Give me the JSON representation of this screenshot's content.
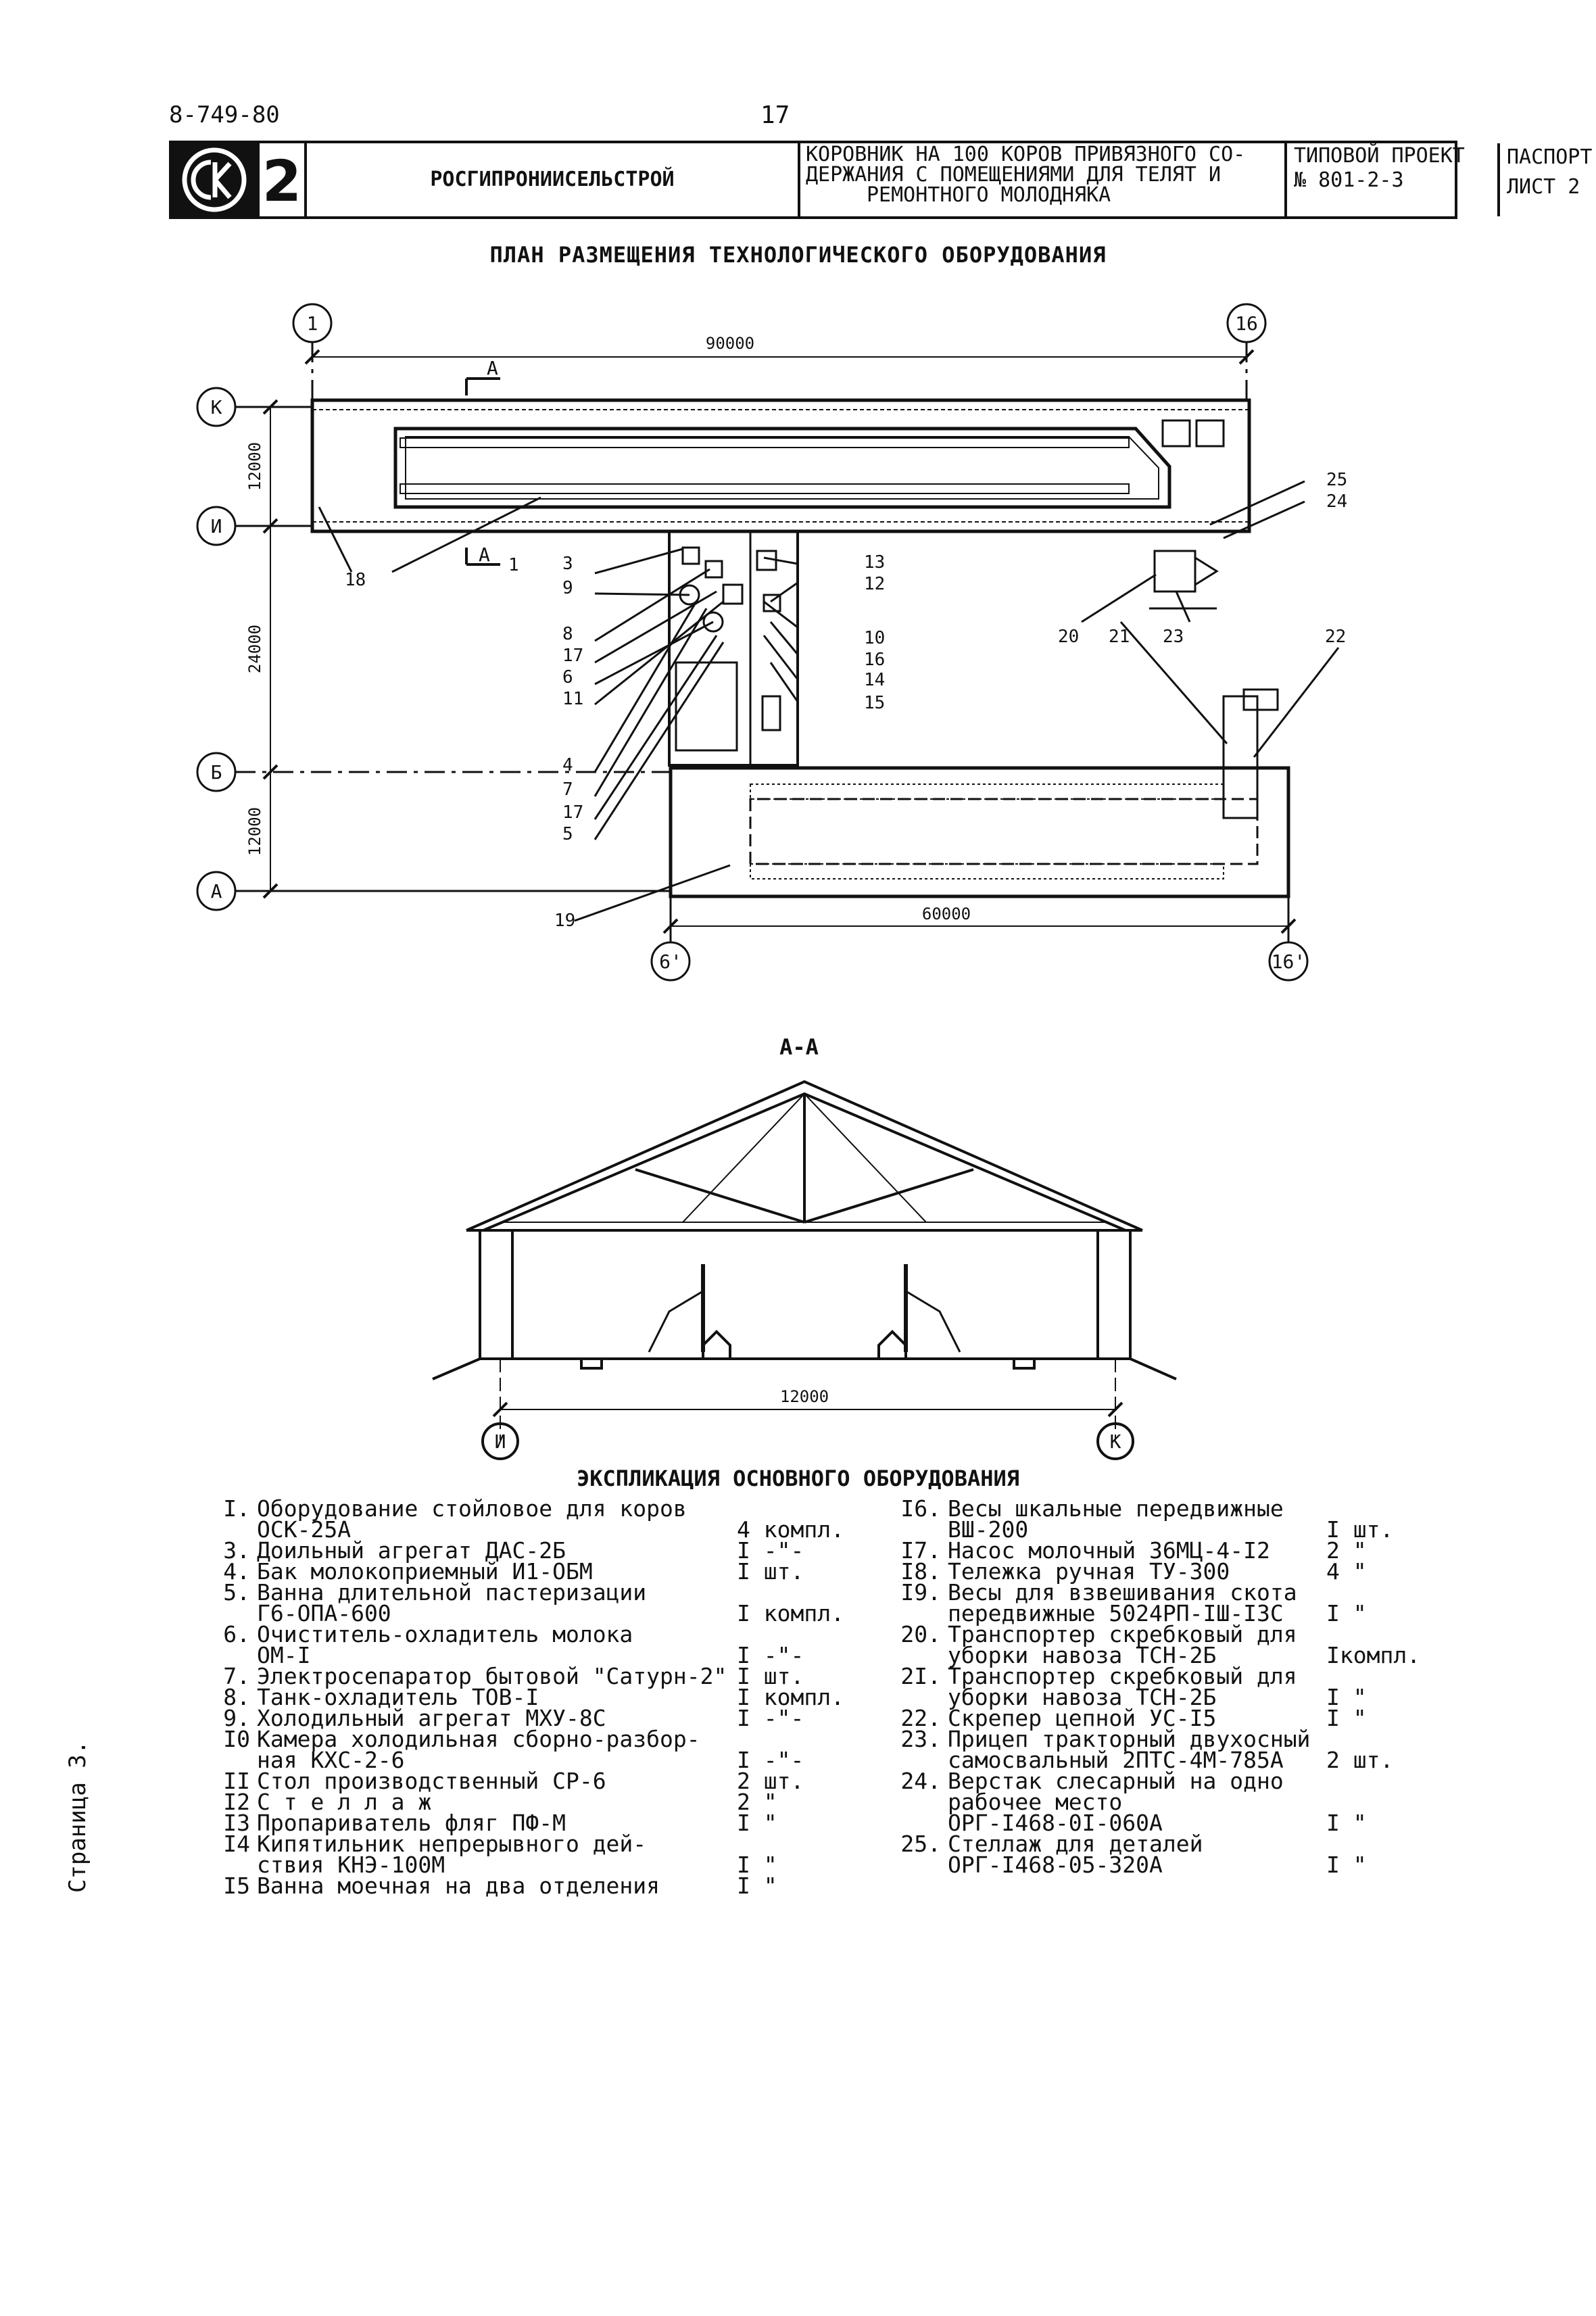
{
  "header": {
    "doc_code": "8-749-80",
    "page_number": "17",
    "logo_letters": "СК",
    "logo_number": "2",
    "organization": "РОСГИПРОНИИСЕЛЬСТРОЙ",
    "title_lines": [
      "КОРОВНИК НА 100 КОРОВ ПРИВЯЗНОГО СО-",
      "ДЕРЖАНИЯ С ПОМЕЩЕНИЯМИ ДЛЯ ТЕЛЯТ И",
      "РЕМОНТНОГО МОЛОДНЯКА"
    ],
    "project_lines": [
      "ТИПОВОЙ ПРОЕКТ",
      "№ 801-2-3"
    ],
    "passport_lines": [
      "ПАСПОРТ",
      "ЛИСТ  2"
    ]
  },
  "plan": {
    "title": "ПЛАН РАЗМЕЩЕНИЯ ТЕХНОЛОГИЧЕСКОГО ОБОРУДОВАНИЯ",
    "axes": {
      "a1": "1",
      "a16": "16",
      "aK": "К",
      "aI": "И",
      "aB": "Б",
      "aA": "А",
      "a6p": "6'",
      "a16p": "16'"
    },
    "dims": {
      "total_len": "90000",
      "wing_len": "60000",
      "d1": "12000",
      "d2": "24000",
      "d3": "12000"
    },
    "section_mark": "А",
    "callouts": {
      "c1": "1",
      "c3": "3",
      "c4": "4",
      "c5": "5",
      "c6": "6",
      "c7": "7",
      "c8": "8",
      "c9": "9",
      "c10": "10",
      "c11": "11",
      "c12": "12",
      "c13": "13",
      "c14": "14",
      "c15": "15",
      "c16": "16",
      "c17a": "17",
      "c17b": "17",
      "c18": "18",
      "c19": "19",
      "c20": "20",
      "c21": "21",
      "c22": "22",
      "c23": "23",
      "c24": "24",
      "c25": "25"
    }
  },
  "section": {
    "title": "А-А",
    "span": "12000",
    "axis_left": "И",
    "axis_right": "К"
  },
  "legend": {
    "title": "ЭКСПЛИКАЦИЯ ОСНОВНОГО ОБОРУДОВАНИЯ",
    "left": [
      {
        "n": "I.",
        "text": [
          "Оборудование стойловое для коров",
          "ОСК-25А"
        ],
        "qty": "4 компл."
      },
      {
        "n": "3.",
        "text": [
          "Доильный агрегат ДАС-2Б"
        ],
        "qty": "I  -\"-"
      },
      {
        "n": "4.",
        "text": [
          "Бак молокоприемный И1-ОБМ"
        ],
        "qty": "I  шт."
      },
      {
        "n": "5.",
        "text": [
          "Ванна длительной пастеризации",
          "Г6-ОПА-600"
        ],
        "qty": "I компл."
      },
      {
        "n": "6.",
        "text": [
          "Очиститель-охладитель молока",
          "ОМ-I"
        ],
        "qty": "I  -\"-"
      },
      {
        "n": "7.",
        "text": [
          "Электросепаратор бытовой \"Сатурн-2\""
        ],
        "qty": "I шт."
      },
      {
        "n": "8.",
        "text": [
          "Танк-охладитель ТОВ-I"
        ],
        "qty": "I компл."
      },
      {
        "n": "9.",
        "text": [
          "Холодильный агрегат МХУ-8С"
        ],
        "qty": "I  -\"-"
      },
      {
        "n": "I0",
        "text": [
          "Камера холодильная сборно-разбор-",
          "ная КХС-2-6"
        ],
        "qty": "I  -\"-"
      },
      {
        "n": "II",
        "text": [
          "Стол производственный СР-6"
        ],
        "qty": "2 шт."
      },
      {
        "n": "I2",
        "text": [
          "С т е л л а ж"
        ],
        "qty": "2  \""
      },
      {
        "n": "I3",
        "text": [
          "Пропариватель фляг ПФ-М"
        ],
        "qty": "I  \""
      },
      {
        "n": "I4",
        "text": [
          "Кипятильник непрерывного дей-",
          "ствия КНЭ-100М"
        ],
        "qty": "I  \""
      },
      {
        "n": "I5",
        "text": [
          "Ванна моечная на два отделения"
        ],
        "qty": "I  \""
      }
    ],
    "right": [
      {
        "n": "I6.",
        "text": [
          "Весы шкальные передвижные",
          "ВШ-200"
        ],
        "qty": "I шт."
      },
      {
        "n": "I7.",
        "text": [
          "Насос молочный 36МЦ-4-I2"
        ],
        "qty": "2  \""
      },
      {
        "n": "I8.",
        "text": [
          "Тележка ручная ТУ-300"
        ],
        "qty": "4  \""
      },
      {
        "n": "I9.",
        "text": [
          "Весы для взвешивания скота",
          "передвижные 5024РП-IШ-I3С"
        ],
        "qty": "I  \""
      },
      {
        "n": "20.",
        "text": [
          "Транспортер скребковый для",
          "уборки навоза ТСН-2Б"
        ],
        "qty": "Iкомпл."
      },
      {
        "n": "2I.",
        "text": [
          "Транспортер скребковый для",
          "уборки навоза ТСН-2Б"
        ],
        "qty": "I  \""
      },
      {
        "n": "22.",
        "text": [
          "Скрепер цепной УС-I5"
        ],
        "qty": "I  \""
      },
      {
        "n": "23.",
        "text": [
          "Прицеп тракторный двухосный",
          "самосвальный 2ПТС-4М-785А"
        ],
        "qty": "2 шт."
      },
      {
        "n": "24.",
        "text": [
          "Верстак слесарный на одно",
          "рабочее место",
          "ОРГ-I468-0I-060А"
        ],
        "qty": "I  \""
      },
      {
        "n": "25.",
        "text": [
          "Стеллаж для деталей",
          "ОРГ-I468-05-320А"
        ],
        "qty": "I  \""
      }
    ]
  },
  "side_note": "Страница 3."
}
